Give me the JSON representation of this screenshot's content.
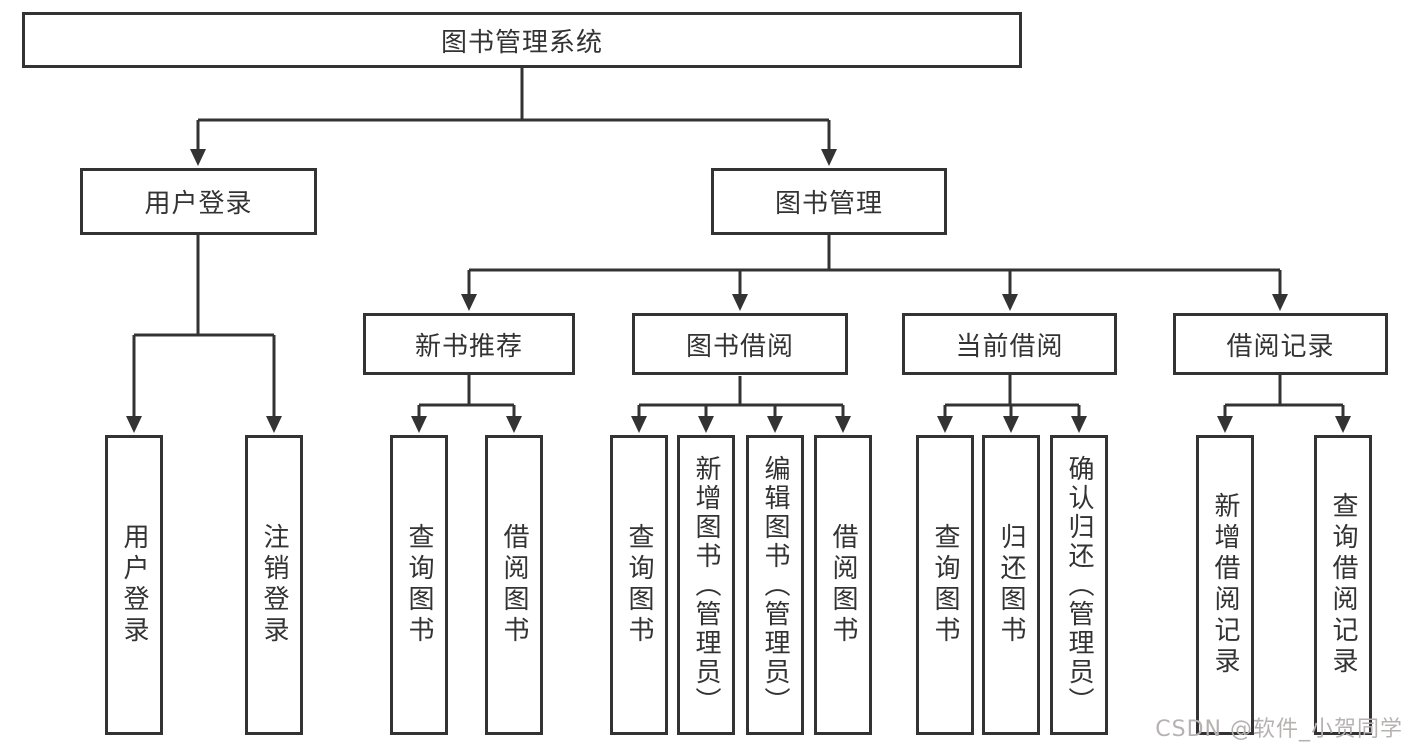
{
  "styles": {
    "line_color": "#333333",
    "box_border_color": "#333333",
    "text_color": "#333333",
    "watermark_color": "#b6b2b2",
    "background_color": "#ffffff"
  },
  "watermark": {
    "text": "CSDN @软件_小贺同学"
  },
  "tree": {
    "root": {
      "label": "图书管理系统",
      "children": [
        {
          "label": "用户登录",
          "children": [
            {
              "label": "用户登录"
            },
            {
              "label": "注销登录"
            }
          ]
        },
        {
          "label": "图书管理",
          "children": [
            {
              "label": "新书推荐",
              "children": [
                {
                  "label": "查询图书"
                },
                {
                  "label": "借阅图书"
                }
              ]
            },
            {
              "label": "图书借阅",
              "children": [
                {
                  "label": "查询图书"
                },
                {
                  "label": "新增图书（管理员）"
                },
                {
                  "label": "编辑图书（管理员）"
                },
                {
                  "label": "借阅图书"
                }
              ]
            },
            {
              "label": "当前借阅",
              "children": [
                {
                  "label": "查询图书"
                },
                {
                  "label": "归还图书"
                },
                {
                  "label": "确认归还（管理员）"
                }
              ]
            },
            {
              "label": "借阅记录",
              "children": [
                {
                  "label": "新增借阅记录"
                },
                {
                  "label": "查询借阅记录"
                }
              ]
            }
          ]
        }
      ]
    }
  }
}
